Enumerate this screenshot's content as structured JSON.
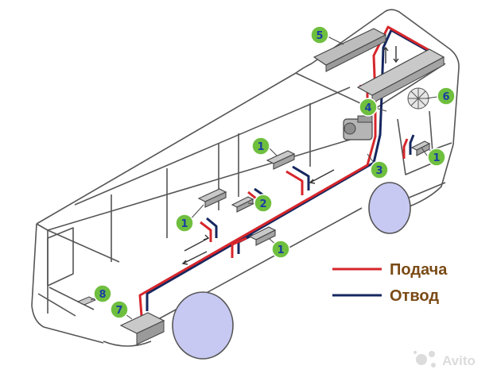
{
  "colors": {
    "supply": "#d6262b",
    "return": "#15275f",
    "callout_fill": "#6fbf3f",
    "callout_text": "#1a3fa0",
    "legend_text": "#7a4a14",
    "unit_fill": "#c9c9c9",
    "wheel_fill": "#c7c9f2",
    "outline": "#555555"
  },
  "callouts": [
    {
      "id": "c5",
      "label": "5"
    },
    {
      "id": "c6",
      "label": "6"
    },
    {
      "id": "c4",
      "label": "4"
    },
    {
      "id": "c1a",
      "label": "1"
    },
    {
      "id": "c1b",
      "label": "1"
    },
    {
      "id": "c3",
      "label": "3"
    },
    {
      "id": "c2",
      "label": "2"
    },
    {
      "id": "c1c",
      "label": "1"
    },
    {
      "id": "c1d",
      "label": "1"
    },
    {
      "id": "c8",
      "label": "8"
    },
    {
      "id": "c7",
      "label": "7"
    }
  ],
  "legend": {
    "supply_label": "Подача",
    "return_label": "Отвод"
  },
  "watermark": {
    "text": "Avito"
  },
  "icons": {
    "bus": "bus-outline-icon",
    "arrow": "flow-arrow-icon",
    "engine": "engine-icon",
    "fan": "fan-icon"
  }
}
